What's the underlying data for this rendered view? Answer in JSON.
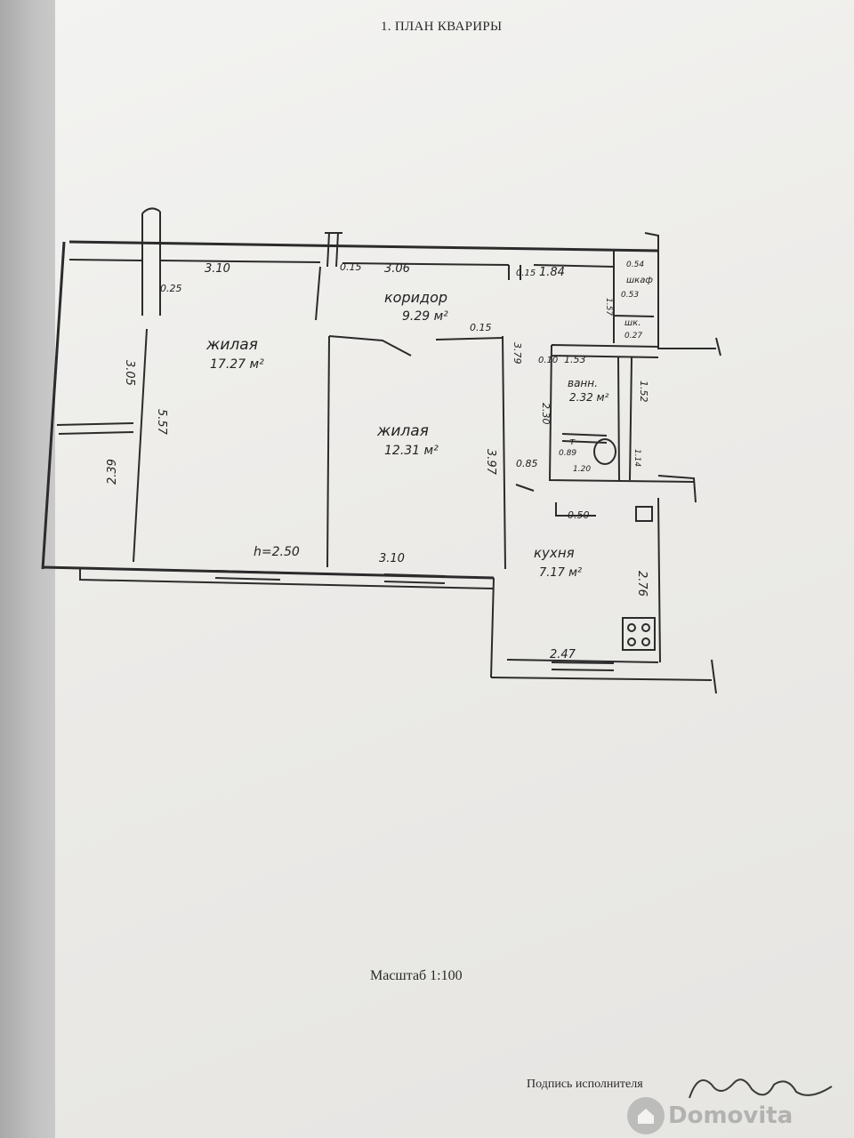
{
  "document": {
    "title": "1. ПЛАН КВАРИРЫ",
    "scale": "Масштаб 1:100",
    "signature_label": "Подпись исполнителя",
    "watermark": "Domovita"
  },
  "rooms": {
    "living_1": {
      "name": "жилая",
      "area": "17.27 м²"
    },
    "living_2": {
      "name": "жилая",
      "area": "12.31 м²"
    },
    "corridor": {
      "name": "коридор",
      "area": "9.29 м²"
    },
    "bathroom": {
      "name": "ванн.",
      "area": "2.32 м²"
    },
    "kitchen": {
      "name": "кухня",
      "area": "7.17 м²"
    },
    "closet_1": "шкаф",
    "closet_2": "шк.",
    "toilet": "т"
  },
  "dimensions": {
    "d_310_top": "3.10",
    "d_015_a": "0.15",
    "d_306": "3.06",
    "d_015_b": "0.15",
    "d_184": "1.84",
    "d_025": "0.25",
    "d_015_c": "0.15",
    "d_305": "3.05",
    "d_557": "5.57",
    "d_239": "2.39",
    "h_250": "h=2.50",
    "d_310_bottom": "3.10",
    "d_397": "3.97",
    "d_379": "3.79",
    "d_010": "0.10",
    "d_153": "1.53",
    "d_152": "1.52",
    "d_230": "2.30",
    "d_085": "0.85",
    "d_089": "0.89",
    "d_120": "1.20",
    "d_114": "1.14",
    "d_050": "0.50",
    "d_276": "2.76",
    "d_247": "2.47",
    "d_054": "0.54",
    "d_053": "0.53",
    "d_157": "1.57",
    "d_027": "0.27"
  }
}
